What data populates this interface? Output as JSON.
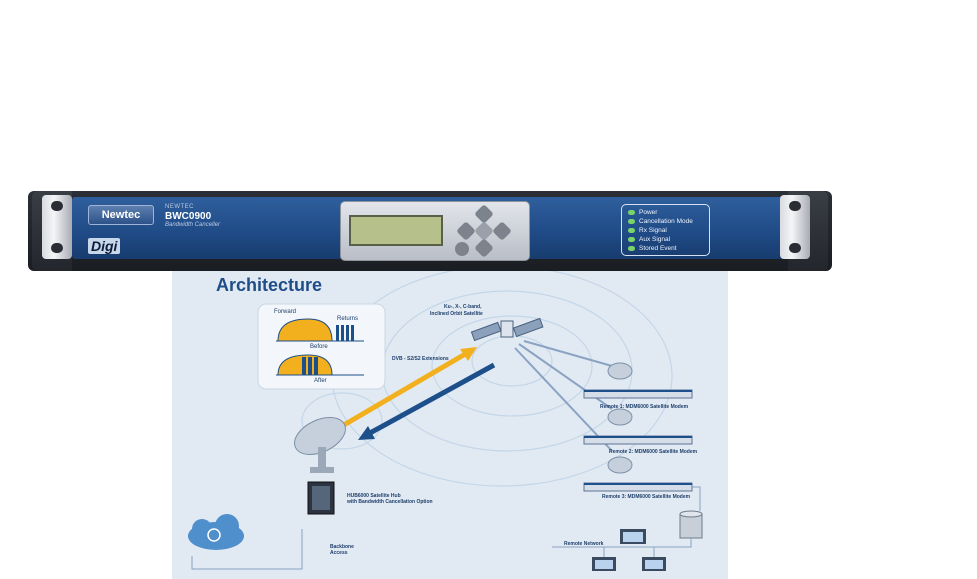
{
  "device": {
    "brand_logo": "Newtec",
    "corner_logo": "Digi",
    "maker": "NEWTEC",
    "model": "BWC0900",
    "description": "Bandwidth Canceller",
    "status_leds": [
      "Power",
      "Cancellation Mode",
      "Rx Signal",
      "Aux Signal",
      "Stored Event"
    ],
    "colors": {
      "panel": "#1f4a85",
      "led": "#7ad36a"
    }
  },
  "architecture": {
    "title": "Architecture",
    "spectrum": {
      "forward": "Forward",
      "returns": "Returns",
      "before": "Before",
      "after": "After"
    },
    "satellite_label": [
      "Ku-, X-, C-band,",
      "Inclined Orbit Satellite"
    ],
    "link_label": "DVB - S2/S2 Extensions",
    "remotes": [
      "Remote 1:   MDM6000 Satellite Modem",
      "Remote 2:   MDM6000 Satellite Modem",
      "Remote 3:   MDM6000 Satellite Modem"
    ],
    "hub_label": [
      "HUB6000 Satellite Hub",
      "with Bandwidth Cancellation Option"
    ],
    "backbone_label": [
      "Backbone",
      "Access"
    ],
    "remote_network": "Remote Network",
    "colors": {
      "forward_link": "#f2b01e",
      "return_link": "#1d4f8a",
      "background": "#e1eaf3"
    }
  }
}
